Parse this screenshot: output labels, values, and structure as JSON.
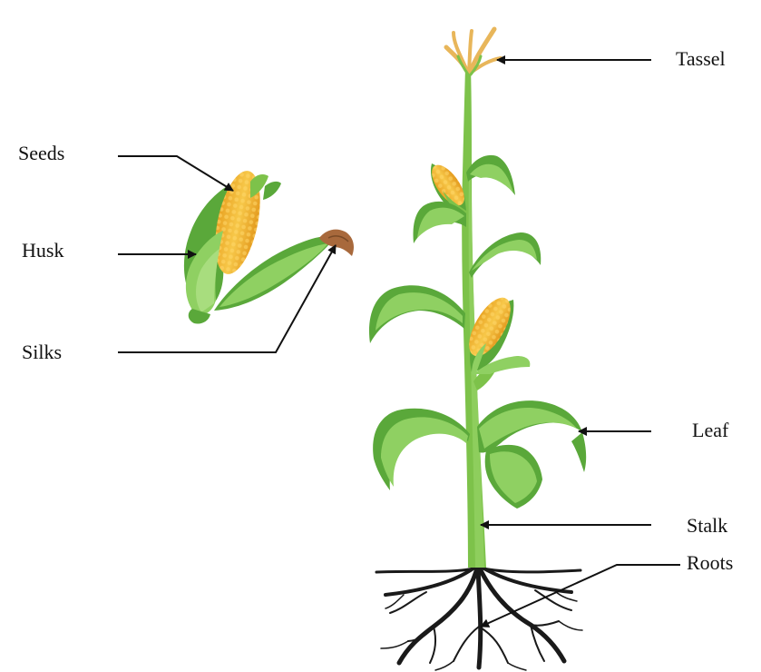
{
  "labels": {
    "tassel": "Tassel",
    "seeds": "Seeds",
    "husk": "Husk",
    "silks": "Silks",
    "leaf": "Leaf",
    "stalk": "Stalk",
    "roots": "Roots"
  },
  "colors": {
    "stalk": "#7dc24a",
    "leaf_light": "#8fd062",
    "leaf_dark": "#5aa83a",
    "kernel": "#f2b43a",
    "kernel_dark": "#e09a22",
    "tassel": "#e8b65a",
    "silk": "#a8693c",
    "root": "#1a1a1a",
    "pointer": "#111111"
  }
}
